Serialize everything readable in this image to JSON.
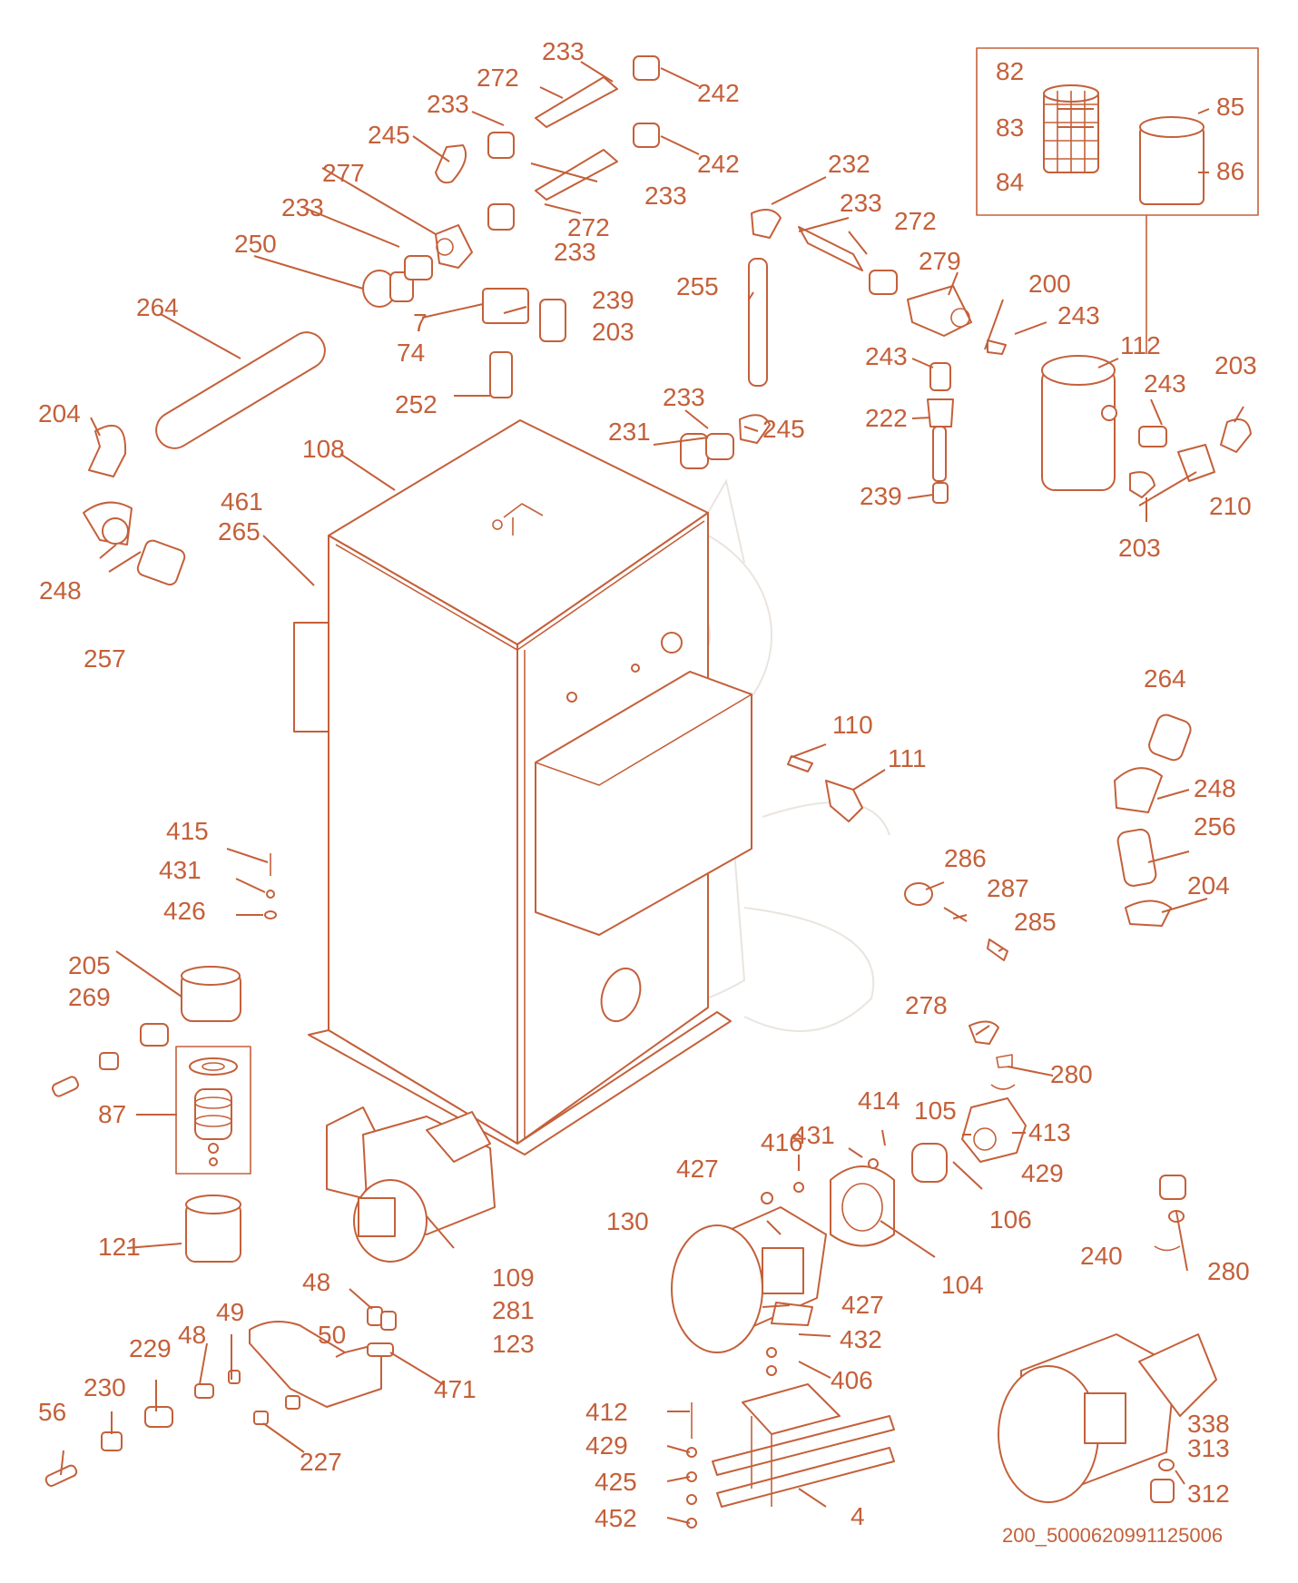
{
  "drawing_code": "200_5000620991125006",
  "colors": {
    "line": "#c4603a",
    "watermark": "#e8e2dc",
    "background": "#ffffff"
  },
  "labels": [
    {
      "id": "l1",
      "text": "233"
    },
    {
      "id": "l2",
      "text": "272"
    },
    {
      "id": "l3",
      "text": "242"
    },
    {
      "id": "l4",
      "text": "233"
    },
    {
      "id": "l5",
      "text": "245"
    },
    {
      "id": "l6",
      "text": "242"
    },
    {
      "id": "l7",
      "text": "277"
    },
    {
      "id": "l8",
      "text": "233"
    },
    {
      "id": "l9",
      "text": "233"
    },
    {
      "id": "l10",
      "text": "272"
    },
    {
      "id": "l11",
      "text": "233"
    },
    {
      "id": "l12",
      "text": "250"
    },
    {
      "id": "l13",
      "text": "264"
    },
    {
      "id": "l14",
      "text": "7"
    },
    {
      "id": "l15",
      "text": "74"
    },
    {
      "id": "l16",
      "text": "239"
    },
    {
      "id": "l17",
      "text": "203"
    },
    {
      "id": "l18",
      "text": "252"
    },
    {
      "id": "l19",
      "text": "204"
    },
    {
      "id": "l20",
      "text": "248"
    },
    {
      "id": "l21",
      "text": "257"
    },
    {
      "id": "l22",
      "text": "108"
    },
    {
      "id": "l23",
      "text": "461"
    },
    {
      "id": "l24",
      "text": "265"
    },
    {
      "id": "l25",
      "text": "232"
    },
    {
      "id": "l26",
      "text": "233"
    },
    {
      "id": "l27",
      "text": "272"
    },
    {
      "id": "l28",
      "text": "255"
    },
    {
      "id": "l29",
      "text": "279"
    },
    {
      "id": "l30",
      "text": "200"
    },
    {
      "id": "l31",
      "text": "243"
    },
    {
      "id": "l32",
      "text": "243"
    },
    {
      "id": "l33",
      "text": "222"
    },
    {
      "id": "l34",
      "text": "239"
    },
    {
      "id": "l35",
      "text": "233"
    },
    {
      "id": "l36",
      "text": "231"
    },
    {
      "id": "l37",
      "text": "245"
    },
    {
      "id": "l38",
      "text": "82"
    },
    {
      "id": "l39",
      "text": "83"
    },
    {
      "id": "l40",
      "text": "84"
    },
    {
      "id": "l41",
      "text": "85"
    },
    {
      "id": "l42",
      "text": "86"
    },
    {
      "id": "l43",
      "text": "112"
    },
    {
      "id": "l44",
      "text": "243"
    },
    {
      "id": "l45",
      "text": "203"
    },
    {
      "id": "l46",
      "text": "210"
    },
    {
      "id": "l47",
      "text": "203"
    },
    {
      "id": "l48",
      "text": "110"
    },
    {
      "id": "l49",
      "text": "111"
    },
    {
      "id": "l50",
      "text": "264"
    },
    {
      "id": "l51",
      "text": "248"
    },
    {
      "id": "l52",
      "text": "256"
    },
    {
      "id": "l53",
      "text": "204"
    },
    {
      "id": "l54",
      "text": "286"
    },
    {
      "id": "l55",
      "text": "287"
    },
    {
      "id": "l56",
      "text": "285"
    },
    {
      "id": "l57",
      "text": "278"
    },
    {
      "id": "l58",
      "text": "280"
    },
    {
      "id": "l59",
      "text": "414"
    },
    {
      "id": "l60",
      "text": "105"
    },
    {
      "id": "l61",
      "text": "413"
    },
    {
      "id": "l62",
      "text": "429"
    },
    {
      "id": "l63",
      "text": "416"
    },
    {
      "id": "l64",
      "text": "431"
    },
    {
      "id": "l65",
      "text": "427"
    },
    {
      "id": "l66",
      "text": "130"
    },
    {
      "id": "l67",
      "text": "106"
    },
    {
      "id": "l68",
      "text": "104"
    },
    {
      "id": "l69",
      "text": "427"
    },
    {
      "id": "l70",
      "text": "432"
    },
    {
      "id": "l71",
      "text": "406"
    },
    {
      "id": "l72",
      "text": "415"
    },
    {
      "id": "l73",
      "text": "431"
    },
    {
      "id": "l74",
      "text": "426"
    },
    {
      "id": "l75",
      "text": "205"
    },
    {
      "id": "l76",
      "text": "269"
    },
    {
      "id": "l77",
      "text": "87"
    },
    {
      "id": "l78",
      "text": "121"
    },
    {
      "id": "l79",
      "text": "109"
    },
    {
      "id": "l80",
      "text": "281"
    },
    {
      "id": "l81",
      "text": "123"
    },
    {
      "id": "l82",
      "text": "48"
    },
    {
      "id": "l83",
      "text": "49"
    },
    {
      "id": "l84",
      "text": "50"
    },
    {
      "id": "l85",
      "text": "229"
    },
    {
      "id": "l86",
      "text": "48"
    },
    {
      "id": "l87",
      "text": "471"
    },
    {
      "id": "l88",
      "text": "230"
    },
    {
      "id": "l89",
      "text": "56"
    },
    {
      "id": "l90",
      "text": "227"
    },
    {
      "id": "l91",
      "text": "412"
    },
    {
      "id": "l92",
      "text": "429"
    },
    {
      "id": "l93",
      "text": "425"
    },
    {
      "id": "l94",
      "text": "452"
    },
    {
      "id": "l95",
      "text": "4"
    },
    {
      "id": "l96",
      "text": "240"
    },
    {
      "id": "l97",
      "text": "280"
    },
    {
      "id": "l98",
      "text": "338"
    },
    {
      "id": "l99",
      "text": "313"
    },
    {
      "id": "l100",
      "text": "312"
    }
  ]
}
